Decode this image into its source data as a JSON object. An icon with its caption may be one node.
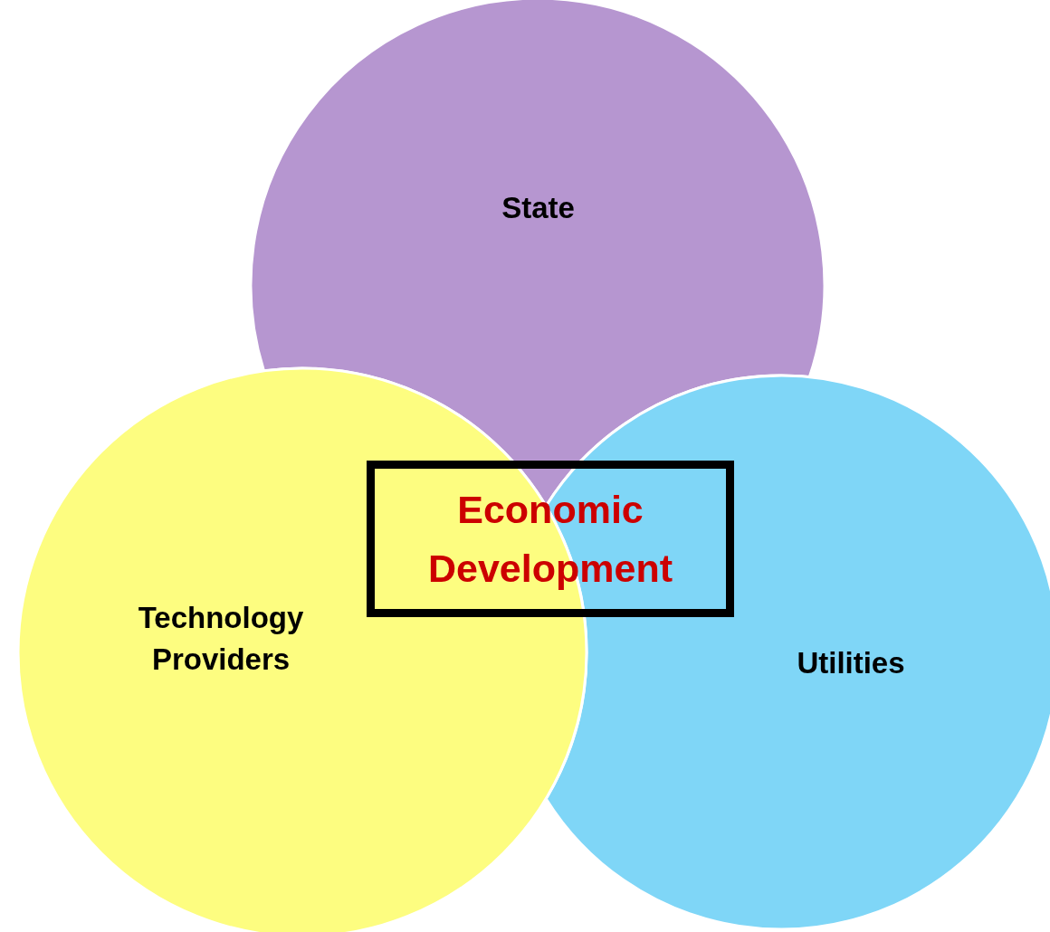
{
  "diagram": {
    "nodes": [
      {
        "text": [
          "State"
        ]
      },
      {
        "text": [
          "Technology Providers"
        ]
      },
      {
        "text": [
          "Utilities"
        ]
      },
      {
        "text": [
          "Economic Development"
        ]
      }
    ]
  }
}
